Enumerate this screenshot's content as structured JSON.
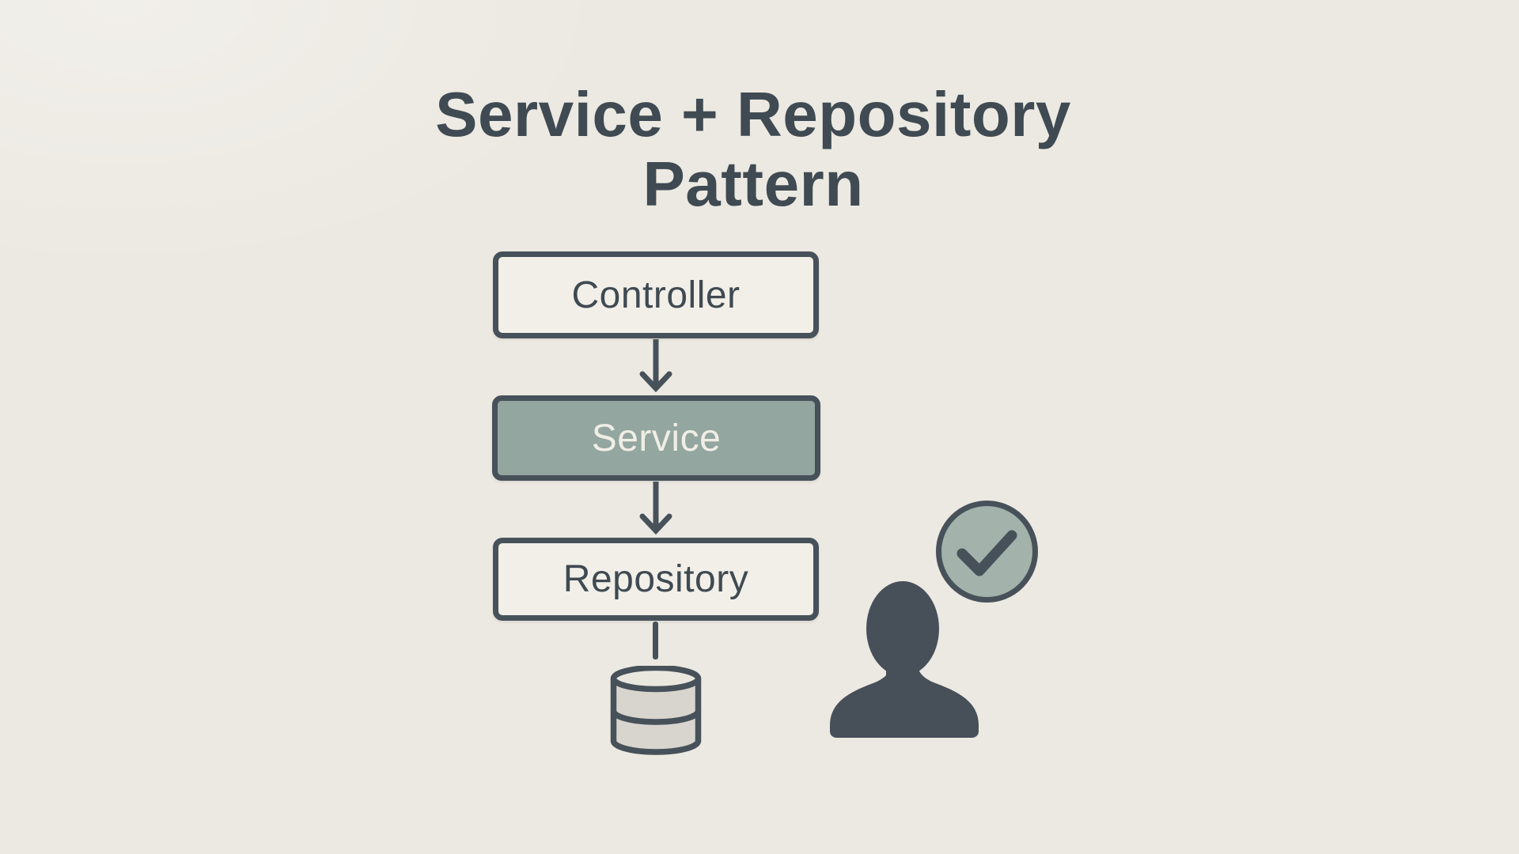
{
  "title": {
    "line1": "Service + Repository",
    "line2": "Pattern"
  },
  "diagram": {
    "controller_label": "Controller",
    "service_label": "Service",
    "repository_label": "Repository"
  },
  "icons": {
    "arrow_1": "arrow-down-icon",
    "arrow_2": "arrow-down-icon",
    "database": "database-cylinder-icon",
    "user": "user-silhouette-icon",
    "check": "check-circle-icon"
  },
  "colors": {
    "background": "#ece9e2",
    "ink": "#47515a",
    "title_text": "#3f4a52",
    "box_light_fill": "#f2efe8",
    "box_light_text": "#3f4a52",
    "box_accent_fill": "#93a6a0",
    "box_accent_text": "#f1eee5",
    "cylinder_body": "#d8d5ce",
    "cylinder_top": "#eae7df",
    "person_fill": "#475059",
    "check_circle_fill": "#a3b2ab"
  }
}
